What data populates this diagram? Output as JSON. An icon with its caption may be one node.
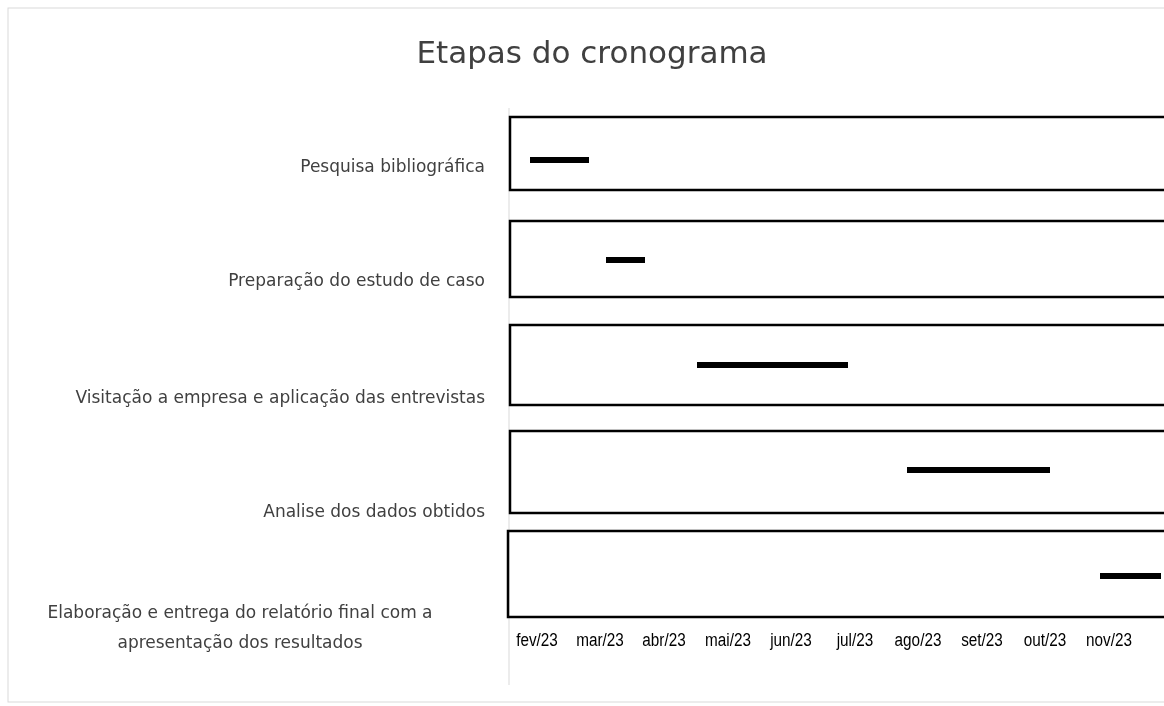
{
  "diagram": {
    "title": "Etapas do cronograma",
    "labels": [
      "Pesquisa bibliográfica",
      "Preparação do estudo de caso",
      "Visitação a empresa e aplicação das entrevistas",
      "Analise dos dados obtidos",
      "Elaboração e entrega do relatório final com a apresentação dos resultados",
      "fev/23",
      "mar/23",
      "abr/23",
      "mai/23",
      "jun/23",
      "jul/23",
      "ago/23",
      "set/23",
      "out/23",
      "nov/23"
    ]
  }
}
